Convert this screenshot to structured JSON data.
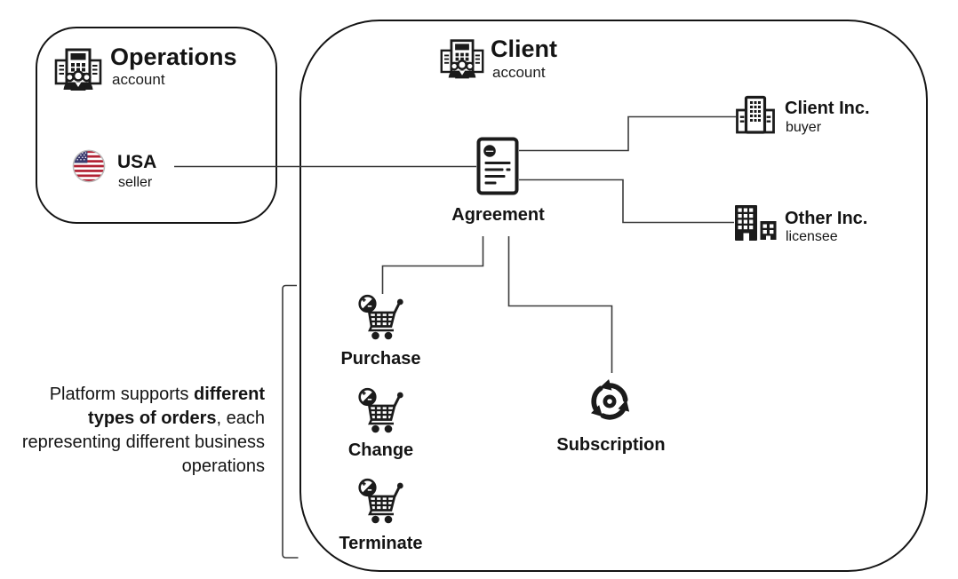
{
  "colors": {
    "ink": "#1b1b1b",
    "line": "#3b3b3b",
    "border": "#141414",
    "flag_red": "#b22234",
    "flag_blue": "#3c3b6e"
  },
  "operations_box": {
    "title": "Operations",
    "subtitle": "account",
    "region": {
      "label": "USA",
      "sublabel": "seller"
    }
  },
  "client_box": {
    "title": "Client",
    "subtitle": "account"
  },
  "agreement": {
    "label": "Agreement"
  },
  "parties": {
    "client_inc": {
      "name": "Client Inc.",
      "role": "buyer"
    },
    "other_inc": {
      "name": "Other Inc.",
      "role": "licensee"
    }
  },
  "orders": {
    "purchase": {
      "label": "Purchase"
    },
    "change": {
      "label": "Change"
    },
    "terminate": {
      "label": "Terminate"
    },
    "subscription": {
      "label": "Subscription"
    }
  },
  "note": {
    "part1": "Platform supports ",
    "bold": "different types of orders",
    "part2": ", each representing different business operations"
  },
  "icons": {
    "operations": "organization-icon",
    "client": "organization-icon",
    "region": "usa-flag-icon",
    "agreement": "contract-document-icon",
    "client_inc": "office-building-icon",
    "other_inc": "buildings-icon",
    "purchase": "shopping-cart-icon",
    "change": "shopping-cart-icon",
    "terminate": "shopping-cart-icon",
    "subscription": "renewal-cycle-icon"
  }
}
